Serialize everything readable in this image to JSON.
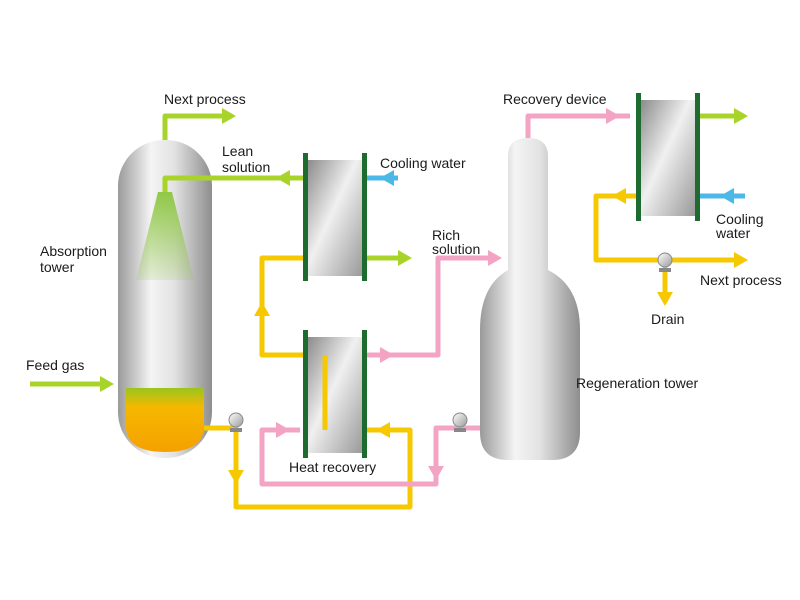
{
  "labels": {
    "next_process_top": "Next process",
    "lean_solution_1": "Lean",
    "lean_solution_2": "solution",
    "cooling_water_top": "Cooling water",
    "absorption_tower_1": "Absorption",
    "absorption_tower_2": "tower",
    "feed_gas": "Feed gas",
    "rich_solution_1": "Rich",
    "rich_solution_2": "solution",
    "recovery_device": "Recovery device",
    "cooling_water_right_1": "Cooling",
    "cooling_water_right_2": "water",
    "next_process_right": "Next process",
    "drain": "Drain",
    "regeneration_tower": "Regeneration tower",
    "heat_recovery": "Heat recovery"
  },
  "colors": {
    "lean_solution": "#f5c800",
    "rich_solution": "#f3a3c3",
    "gas": "#a8d42a",
    "cooling_water": "#4bb8e8",
    "exchanger_frame": "#1e6b2f",
    "liquid": "#f5a800"
  },
  "icons": [
    "pump-icon",
    "valve-icon",
    "arrow-icon"
  ]
}
